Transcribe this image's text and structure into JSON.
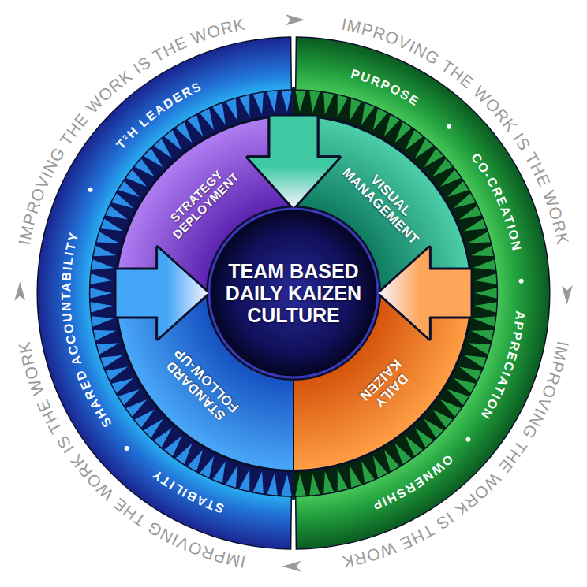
{
  "diagram": {
    "nodes": [
      {
        "text": [
          "T²H LEADERS",
          "SHARED ACCOUNTABILITY",
          "STABILITY"
        ]
      },
      {
        "text": [
          "PURPOSE",
          "CO-CREATION",
          "APPRECIATION",
          "OWNERSHIP"
        ]
      },
      {
        "text": [
          "STRATEGY DEPLOYMENT"
        ]
      },
      {
        "text": [
          "VISUAL MANAGEMENT"
        ]
      },
      {
        "text": [
          "DAILY KAIZEN"
        ]
      },
      {
        "text": [
          "STANDARD FOLLOW-UP"
        ]
      },
      {
        "text": [
          "TEAM BASED DAILY KAIZEN CULTURE"
        ]
      }
    ],
    "edges": [
      {
        "from": 2,
        "to": 6,
        "arrow": "to"
      },
      {
        "from": 3,
        "to": 6,
        "arrow": "to"
      },
      {
        "from": 4,
        "to": 6,
        "arrow": "to"
      },
      {
        "from": 5,
        "to": 6,
        "arrow": "to"
      }
    ],
    "labels": [
      "IMPROVING THE WORK IS THE WORK",
      "IMPROVING THE WORK IS THE WORK",
      "IMPROVING THE WORK IS THE WORK",
      "IMPROVING THE WORK IS THE WORK"
    ]
  }
}
